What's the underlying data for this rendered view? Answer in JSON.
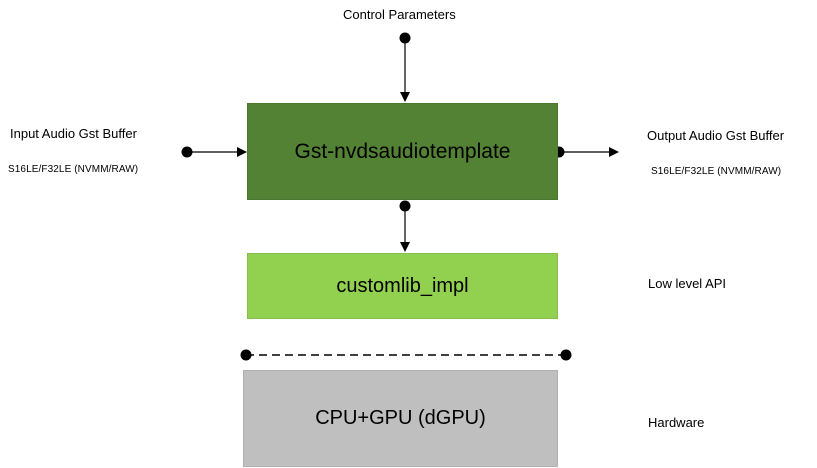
{
  "diagram": {
    "control_label": "Control Parameters",
    "input": {
      "label": "Input Audio Gst Buffer",
      "format": "S16LE/F32LE (NVMM/RAW)"
    },
    "output": {
      "label": "Output Audio Gst Buffer",
      "format": "S16LE/F32LE (NVMM/RAW)"
    },
    "plugin_box": {
      "label": "Gst-nvdsaudiotemplate",
      "color": "#548235"
    },
    "lib_box": {
      "label": "customlib_impl",
      "color": "#92D050"
    },
    "hw_box": {
      "label": "CPU+GPU (dGPU)",
      "color": "#BFBFBF"
    },
    "side_labels": {
      "api": "Low level API",
      "hardware": "Hardware"
    }
  }
}
